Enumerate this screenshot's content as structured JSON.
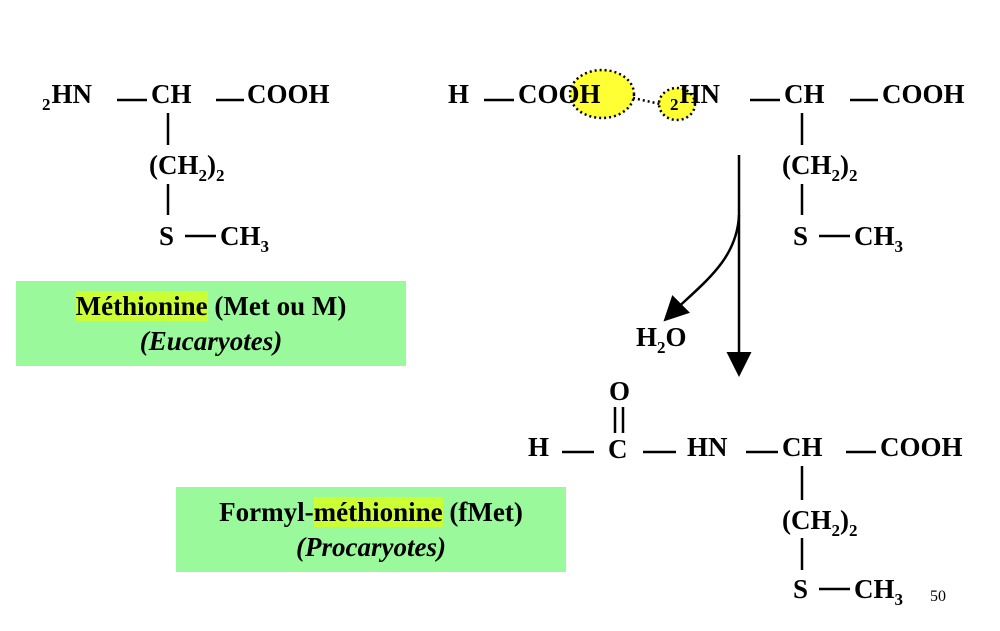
{
  "molecules": {
    "met": {
      "nh2_sub": "2",
      "nh2": "HN",
      "ch": "CH",
      "cooh": "COOH",
      "ch2": "(CH",
      "ch2_sub": "2",
      "ch2_close": ")",
      "ch2_mult": "2",
      "s": "S",
      "ch3": "CH",
      "ch3_sub": "3"
    },
    "formic": {
      "h": "H",
      "cooh": "COOH"
    },
    "met2": {
      "nh2_sub": "2",
      "nh2": "HN",
      "ch": "CH",
      "cooh": "COOH",
      "ch2": "(CH",
      "ch2_sub": "2",
      "ch2_close": ")",
      "ch2_mult": "2",
      "s": "S",
      "ch3": "CH",
      "ch3_sub": "3"
    },
    "water": {
      "h": "H",
      "h_sub": "2",
      "o": "O"
    },
    "fmet": {
      "o": "O",
      "h": "H",
      "c": "C",
      "hn": "HN",
      "ch": "CH",
      "cooh": "COOH",
      "ch2": "(CH",
      "ch2_sub": "2",
      "ch2_close": ")",
      "ch2_mult": "2",
      "s": "S",
      "ch3": "CH",
      "ch3_sub": "3"
    }
  },
  "labels": {
    "met_name": "Méthionine",
    "met_abbr": " (Met ou M)",
    "met_domain": "(Eucaryotes)",
    "fmet_prefix": "Formyl-",
    "fmet_name": "méthionine",
    "fmet_abbr": " (fMet)",
    "fmet_domain": "(Procaryotes)"
  },
  "page_number": "50",
  "colors": {
    "label_box": "#99f99b",
    "highlight": "#ccff33",
    "reactive_atoms": "#ffff33"
  }
}
